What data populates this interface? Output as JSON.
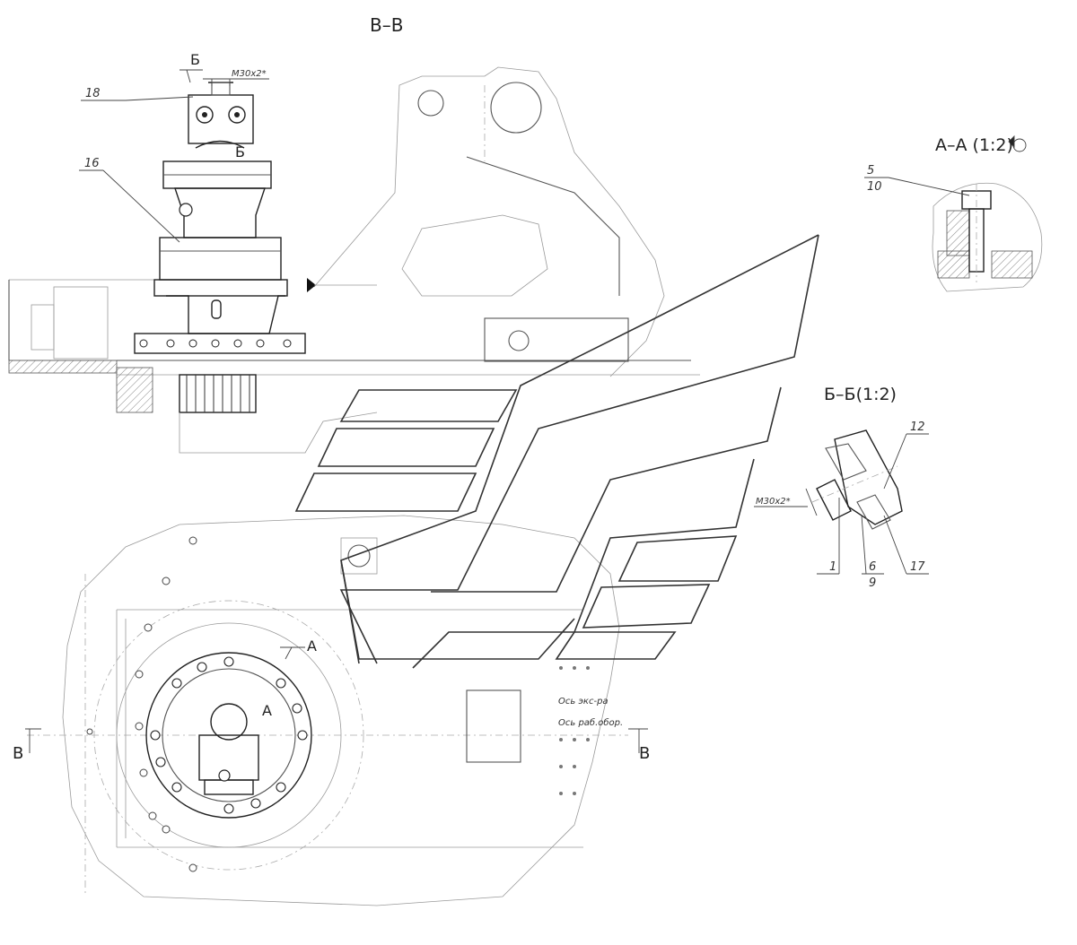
{
  "views": {
    "section_vv": "В–В",
    "section_aa": "А–А (1:2)",
    "section_bb": "Б–Б(1:2)"
  },
  "cut_letters": {
    "b_top": "Б",
    "b_motor": "Б",
    "a_arrow": "А",
    "a_label": "А",
    "v_left": "В",
    "v_right": "В"
  },
  "thread": {
    "top": "М30х2*",
    "detail": "М30х2*"
  },
  "positions": {
    "p18": "18",
    "p16": "16",
    "p5": "5",
    "p10": "10",
    "p12": "12",
    "p1": "1",
    "p6": "6",
    "p9": "9",
    "p17": "17"
  },
  "axis_notes": {
    "excavator_axis": "Ось экс-ра",
    "work_axis": "Ось раб.обор."
  },
  "symbols": {
    "rotated_view_icon": "rotated-view-symbol"
  }
}
